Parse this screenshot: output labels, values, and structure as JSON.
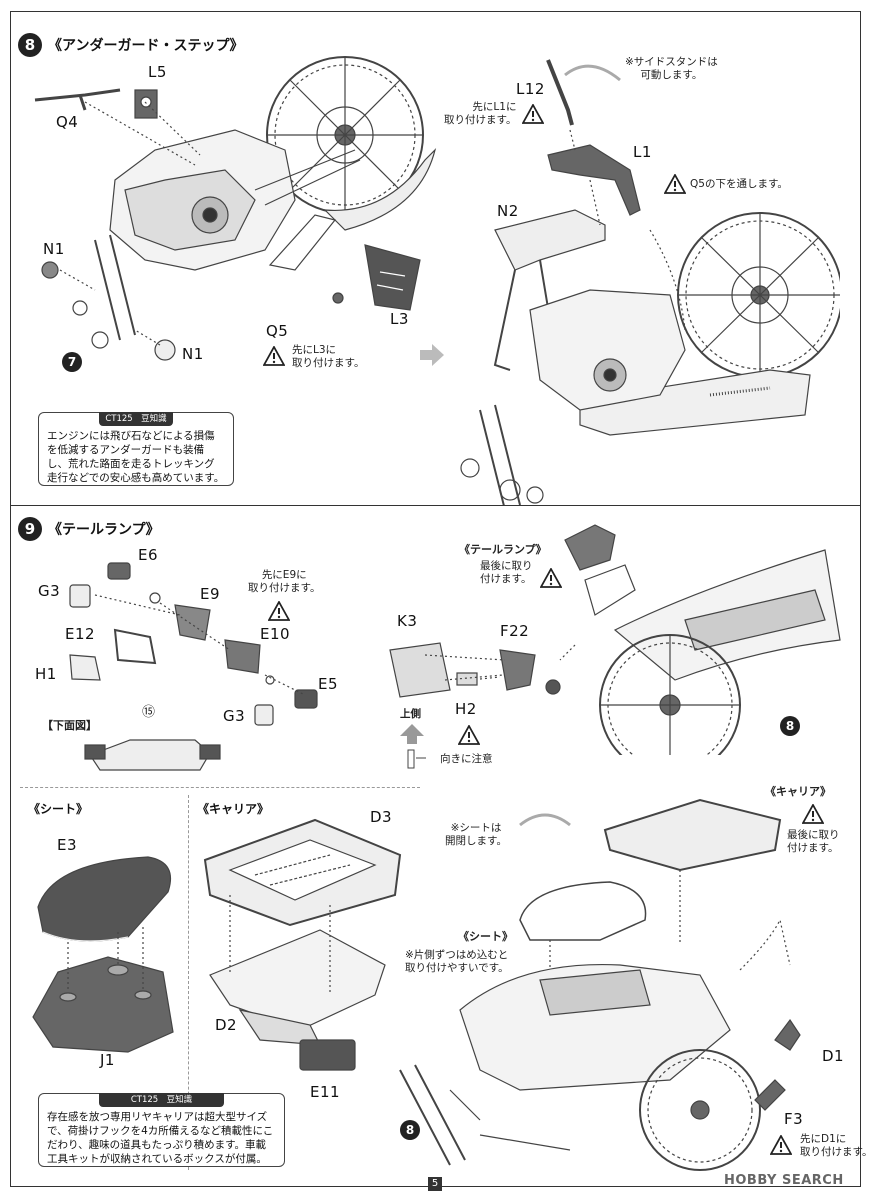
{
  "step8": {
    "number": "8",
    "title": "《アンダーガード・ステップ》",
    "labels": {
      "l5": "L5",
      "q4": "Q4",
      "n1a": "N1",
      "n1b": "N1",
      "q5": "Q5",
      "l3": "L3",
      "l12": "L12",
      "l1": "L1",
      "n2": "N2"
    },
    "ref7": "7",
    "notes": {
      "q5_first": "先にL3に\n取り付けます。",
      "l12_first": "先にL1に\n取り付けます。",
      "side_stand": "※サイドスタンドは\n可動します。",
      "q5_under": "Q5の下を通します。"
    },
    "trivia": {
      "header": "CT125　豆知識",
      "text": "エンジンには飛び石などによる損傷を低減するアンダーガードも装備し、荒れた路面を走るトレッキング走行などでの安心感も高めています。"
    }
  },
  "step9": {
    "number": "9",
    "title": "《テールランプ》",
    "labels": {
      "e6": "E6",
      "g3a": "G3",
      "e9": "E9",
      "e12": "E12",
      "e10": "E10",
      "h1": "H1",
      "e5": "E5",
      "g3b": "G3",
      "k3": "K3",
      "f22": "F22",
      "h2": "H2"
    },
    "notes": {
      "e9_first": "先にE9に\n取り付けます。",
      "bottom_view": "【下面図】",
      "ref15": "⑮",
      "tail_lamp_last_title": "《テールランプ》",
      "tail_lamp_last": "最後に取り\n付けます。",
      "upper_side": "上側",
      "orientation": "向きに注意"
    },
    "ref8": "8"
  },
  "seat": {
    "title": "《シート》",
    "labels": {
      "e3": "E3",
      "j1": "J1"
    },
    "trivia": {
      "header": "CT125　豆知識",
      "text": "存在感を放つ専用リヤキャリアは超大型サイズで、荷掛けフックを4カ所備えるなど積載性にこだわり、趣味の道具もたっぷり積めます。車載工具キットが収納されているボックスが付属。"
    }
  },
  "carrier": {
    "title": "《キャリア》",
    "labels": {
      "d3": "D3",
      "d2": "D2",
      "e11": "E11",
      "d1": "D1",
      "f3": "F3"
    },
    "notes": {
      "seat_open": "※シートは\n開閉します。",
      "carrier_title2": "《キャリア》",
      "carrier_last": "最後に取り\n付けます。",
      "seat_title2": "《シート》",
      "seat_tip": "※片側ずつはめ込むと\n取り付けやすいです。",
      "f3_first": "先にD1に\n取り付けます。"
    },
    "ref8": "8"
  },
  "footer": {
    "page": "5",
    "watermark": "HOBBY SEARCH"
  }
}
